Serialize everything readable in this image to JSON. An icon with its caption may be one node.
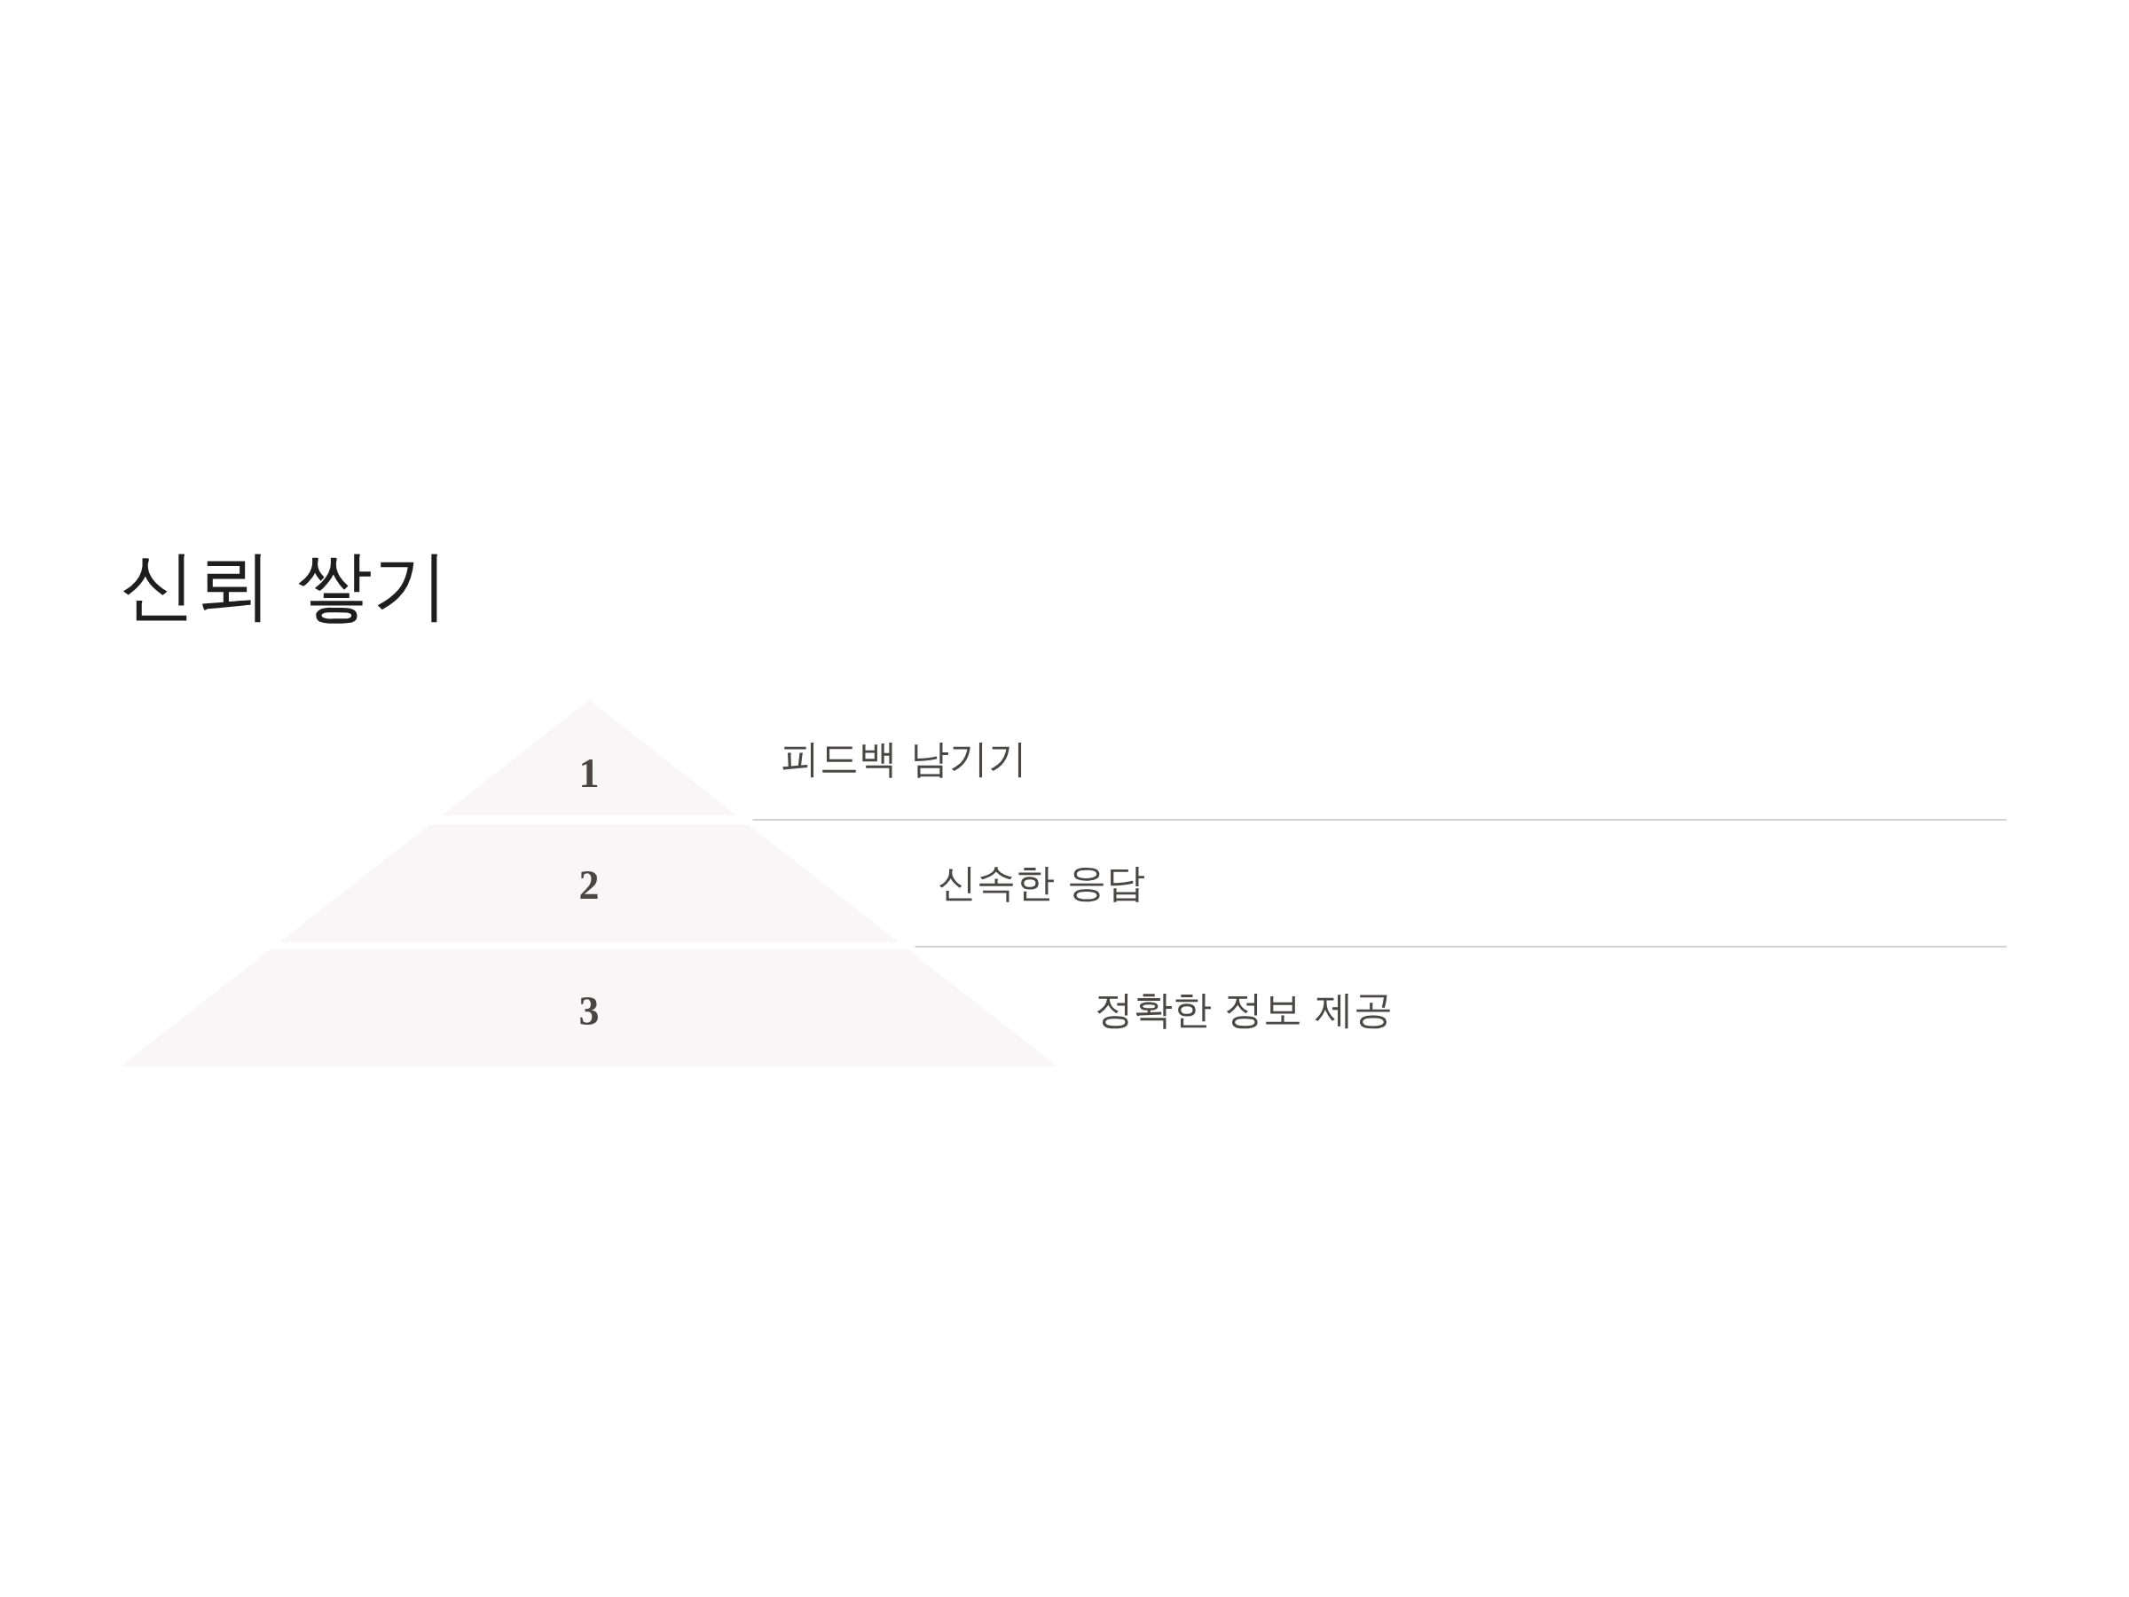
{
  "diagram": {
    "title": "신뢰 쌓기",
    "nodes": [
      {
        "text": [
          "1"
        ],
        "beside": [
          "피드백 남기기"
        ]
      },
      {
        "text": [
          "2"
        ],
        "beside": [
          "신속한 응답"
        ]
      },
      {
        "text": [
          "3"
        ],
        "beside": [
          "정확한 정보 제공"
        ]
      }
    ]
  }
}
